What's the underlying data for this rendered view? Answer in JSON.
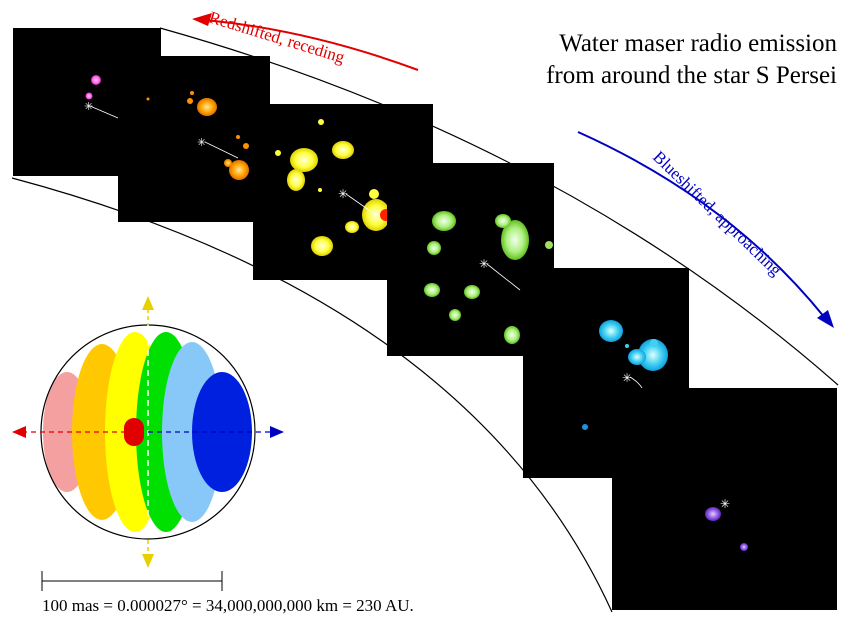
{
  "title_line1": "Water maser radio emission",
  "title_line2": "from around the star S Persei",
  "redshift_label": "Redshifted, receding",
  "blueshift_label": "Blueshifted, approaching",
  "scale_bar_label": "100 mas = 0.000027° = 34,000,000,000 km = 230 AU.",
  "colors": {
    "red_arrow": "#e00000",
    "blue_arrow": "#0000c0",
    "yellow_arrow": "#e8d000",
    "panel_bg": "#000000",
    "band_pink": "#f4a0a0",
    "band_orange": "#ffc800",
    "band_yellow": "#ffff00",
    "band_green": "#00e000",
    "band_lightblue": "#87c8f8",
    "band_blue": "#0020e0"
  },
  "panels": [
    {
      "name": "panel-1",
      "hue": "magenta"
    },
    {
      "name": "panel-2",
      "hue": "orange"
    },
    {
      "name": "panel-3",
      "hue": "yellow"
    },
    {
      "name": "panel-4",
      "hue": "green"
    },
    {
      "name": "panel-5",
      "hue": "cyan"
    },
    {
      "name": "panel-6",
      "hue": "violet"
    }
  ]
}
